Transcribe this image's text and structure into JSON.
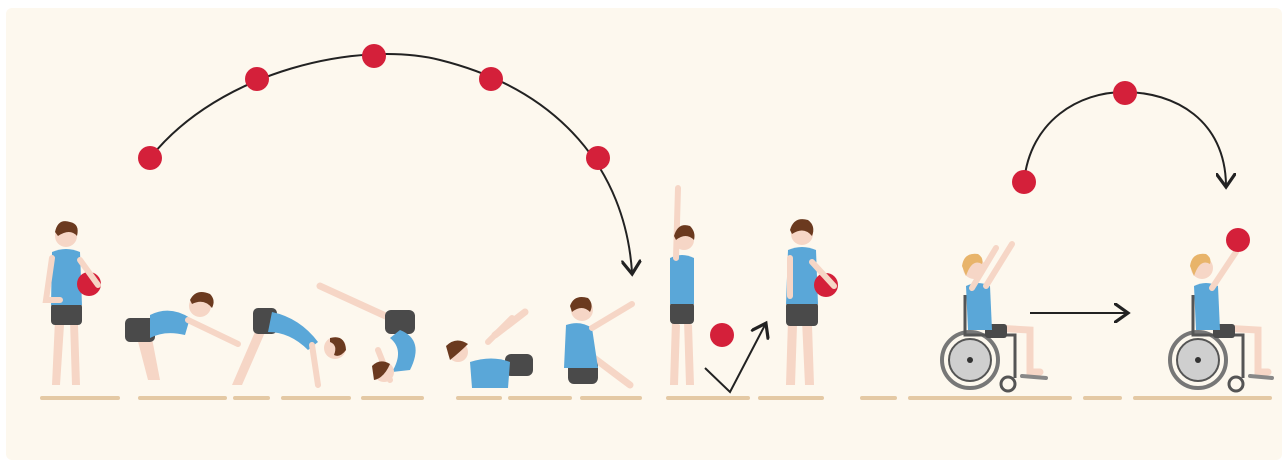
{
  "scene": {
    "background_color": "#fdf8ee",
    "ball_color": "#d4203a",
    "shirt_color": "#5aa7d8",
    "shorts_color": "#4a4a4a",
    "skin_color": "#f6d6c6",
    "hair_color": "#6b3a1f",
    "blonde_hair_color": "#e8b46a",
    "ground_color": "#e4c9a4",
    "wheelchair_color": "#777777"
  },
  "sequence_left": {
    "figures": [
      "standing-with-ball",
      "squat-reach",
      "bridge-inverted",
      "backward-roll",
      "rocking-on-back",
      "sitting-up",
      "standing-arms-up",
      "standing-holding-ball"
    ],
    "arrow_icon": "curved-arrow-icon",
    "checkmark_icon": "checkmark-icon"
  },
  "sequence_right": {
    "figures": [
      "wheelchair-user-throwing",
      "wheelchair-user-catching"
    ],
    "arrow_icon": "curved-arrow-icon",
    "straight_arrow_icon": "arrow-right-icon"
  }
}
